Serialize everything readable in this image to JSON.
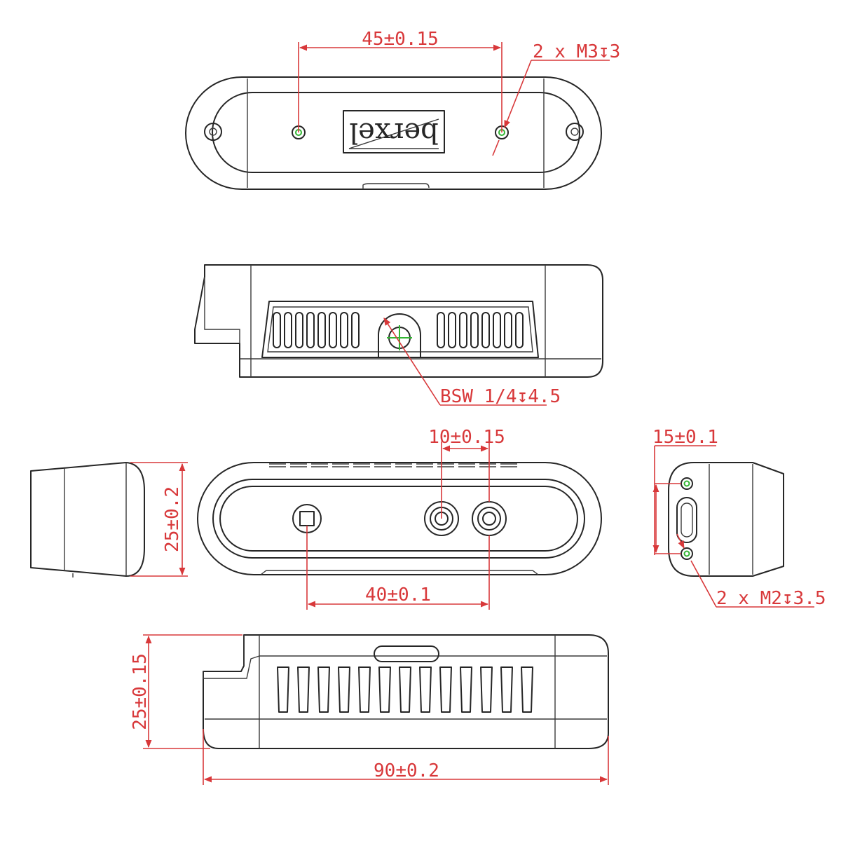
{
  "logo": "berxel",
  "dimensions": {
    "top_hole_spacing": "45±0.15",
    "top_screws": "2 x M3↧3",
    "tripod_mount": "BSW 1/4↧4.5",
    "sensor_spacing": "10±0.15",
    "front_height": "25±0.2",
    "lens_spacing": "40±0.1",
    "side_hole_spacing": "15±0.1",
    "side_screws": "2 x M2↧3.5",
    "side_height": "25±0.15",
    "total_length": "90±0.2"
  },
  "colors": {
    "outline": "#262626",
    "dimension": "#d8383a",
    "marker": "#33b633"
  }
}
